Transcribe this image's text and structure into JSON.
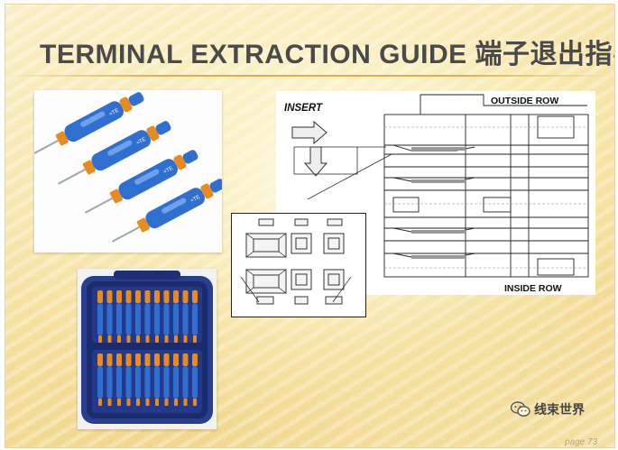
{
  "slide": {
    "title": "TERMINAL EXTRACTION GUIDE 端子退出指导",
    "page": "page 73"
  },
  "photos": {
    "tools_brand": "≈TE",
    "tools_count": 4,
    "case_tool_count": 22
  },
  "drawing": {
    "insert_label": "INSERT",
    "outside_row_label": "OUTSIDE ROW",
    "inside_row_label": "INSIDE ROW"
  },
  "watermark": {
    "text": "线束世界",
    "icon": "wechat-icon"
  },
  "colors": {
    "tool_blue": "#2f6fd0",
    "tool_orange": "#e88b1c",
    "title_gray": "#4a4a4a",
    "rule_gold": "#d8b154"
  }
}
